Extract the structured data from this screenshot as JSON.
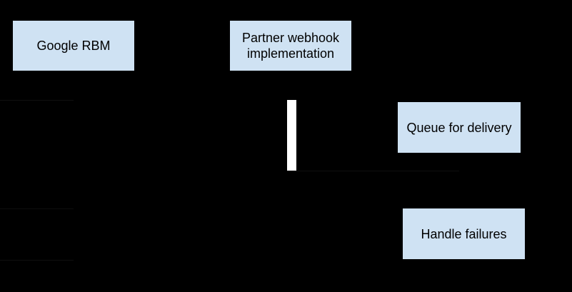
{
  "diagram": {
    "type": "sequence",
    "colors": {
      "background": "#000000",
      "node-fill": "#cfe2f3",
      "node-text": "#000000",
      "activation-bar": "#ffffff",
      "faint-line": "#0f0f0f"
    },
    "nodes": [
      {
        "id": "google-rbm",
        "label": "Google RBM"
      },
      {
        "id": "partner-webhook",
        "label": "Partner webhook implementation"
      },
      {
        "id": "queue-for-delivery",
        "label": "Queue for delivery"
      },
      {
        "id": "handle-failures",
        "label": "Handle failures"
      }
    ],
    "activation_bar": {
      "lifeline": "partner-webhook"
    }
  }
}
